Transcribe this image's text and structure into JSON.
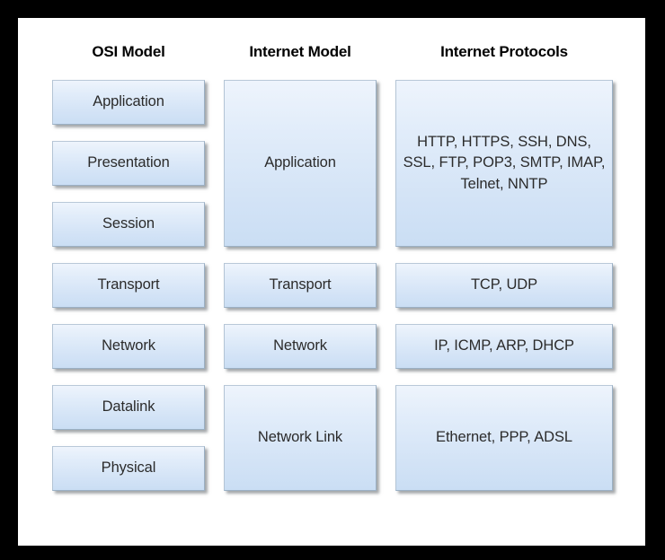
{
  "diagram": {
    "title_row": {
      "osi": "OSI Model",
      "internet_model": "Internet Model",
      "internet_protocols": "Internet Protocols"
    },
    "colors": {
      "frame": "#000000",
      "canvas": "#ffffff",
      "box_fill_top": "#eef4fc",
      "box_fill_bottom": "#cadef4",
      "box_border": "#9bb0c4",
      "text": "#2b2b2b",
      "header_text": "#000000"
    },
    "columns": [
      {
        "name": "osi-model",
        "header": "OSI Model",
        "boxes": [
          {
            "label": "Application"
          },
          {
            "label": "Presentation"
          },
          {
            "label": "Session"
          },
          {
            "label": "Transport"
          },
          {
            "label": "Network"
          },
          {
            "label": "Datalink"
          },
          {
            "label": "Physical"
          }
        ]
      },
      {
        "name": "internet-model",
        "header": "Internet Model",
        "boxes": [
          {
            "label": "Application"
          },
          {
            "label": "Transport"
          },
          {
            "label": "Network"
          },
          {
            "label": "Network Link"
          }
        ]
      },
      {
        "name": "internet-protocols",
        "header": "Internet Protocols",
        "boxes": [
          {
            "label": "HTTP, HTTPS, SSH, DNS, SSL, FTP, POP3, SMTP, IMAP, Telnet, NNTP"
          },
          {
            "label": "TCP, UDP"
          },
          {
            "label": "IP, ICMP, ARP, DHCP"
          },
          {
            "label": "Ethernet, PPP, ADSL"
          }
        ]
      }
    ]
  }
}
